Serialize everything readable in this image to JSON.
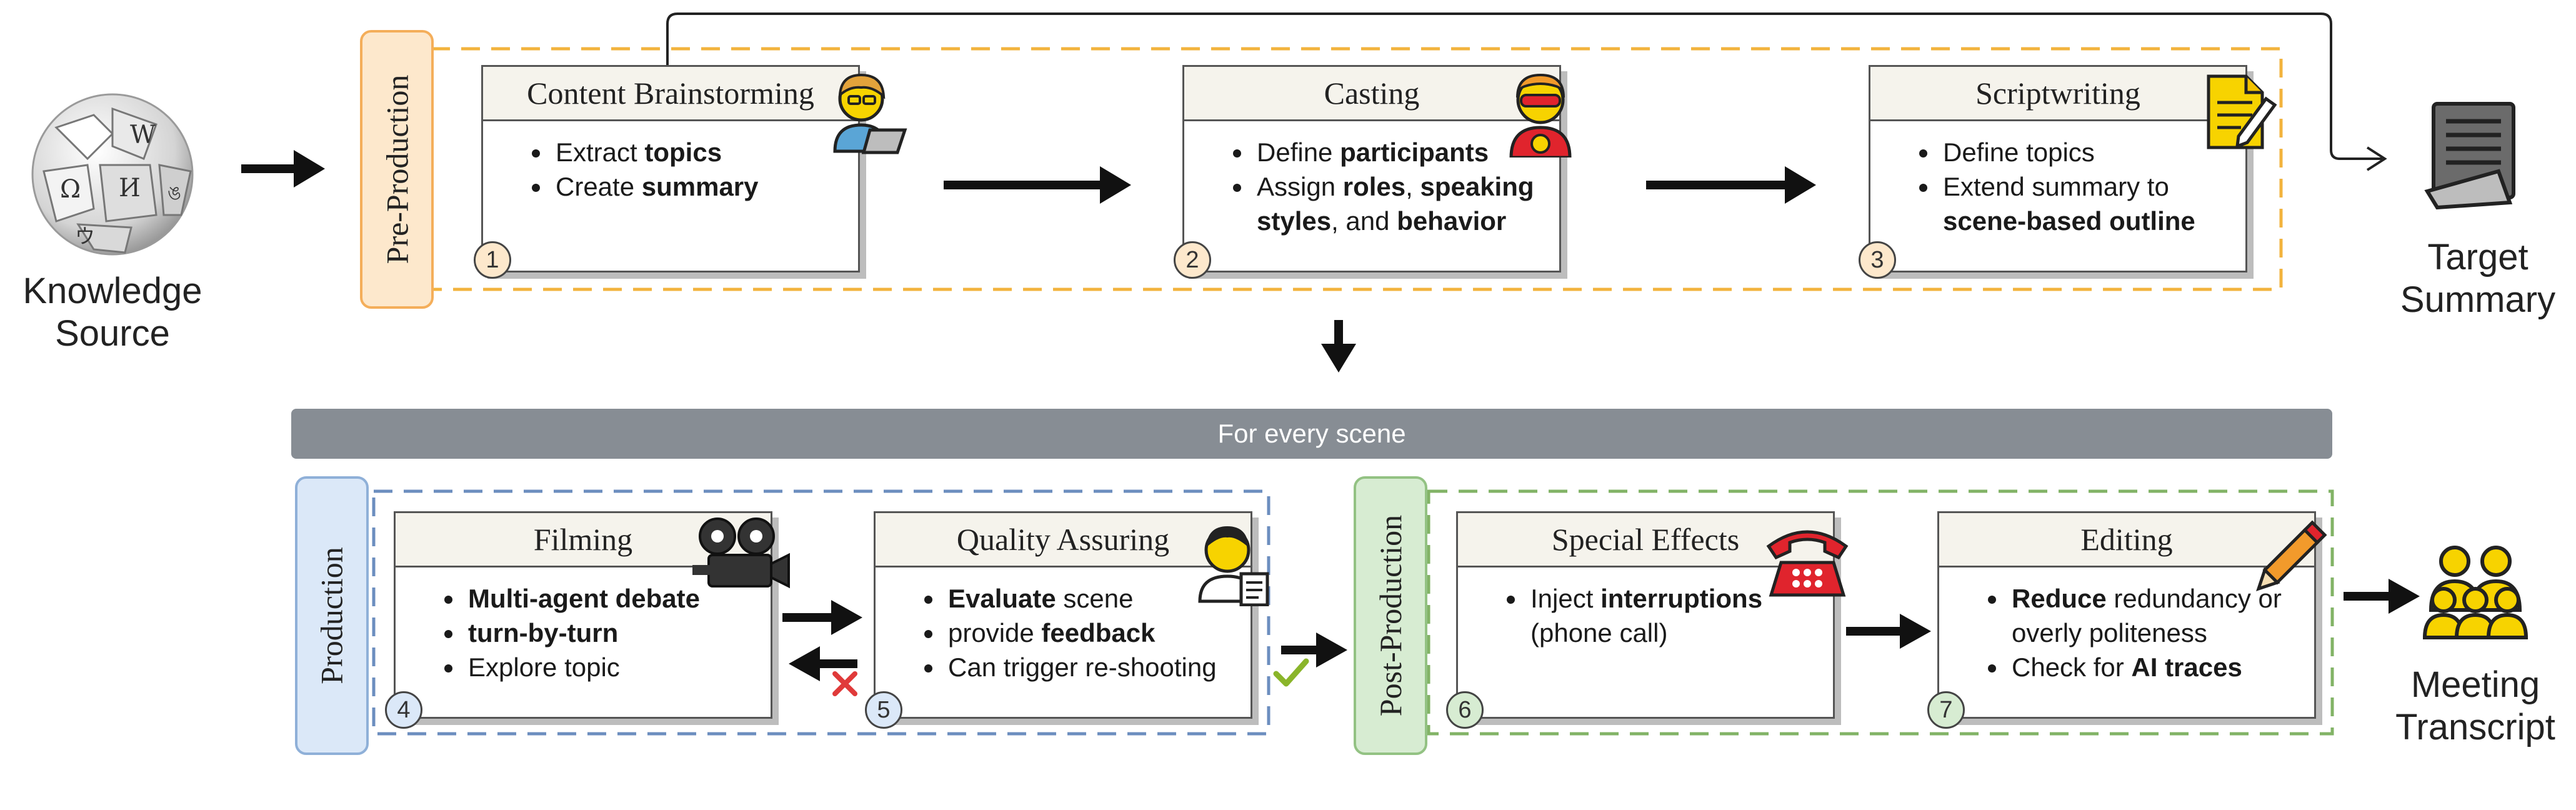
{
  "knowledge_source": {
    "label": "Knowledge Source",
    "icon": "wikipedia-globe-icon"
  },
  "target_summary": {
    "label": "Target Summary",
    "icon": "document-icon"
  },
  "meeting_transcript": {
    "label": "Meeting Transcript",
    "icon": "people-group-icon"
  },
  "phases": {
    "pre_production": "Pre-Production",
    "production": "Production",
    "post_production": "Post-Production"
  },
  "banner": "For every scene",
  "steps": [
    {
      "number": "1",
      "title": "Content Brainstorming",
      "icon": "person-with-laptop-icon",
      "bullets": [
        [
          {
            "t": "Extract "
          },
          {
            "t": "topics",
            "b": true
          }
        ],
        [
          {
            "t": "Create "
          },
          {
            "t": "summary",
            "b": true
          }
        ]
      ]
    },
    {
      "number": "2",
      "title": "Casting",
      "icon": "superhero-icon",
      "bullets": [
        [
          {
            "t": "Define "
          },
          {
            "t": "participants",
            "b": true
          }
        ],
        [
          {
            "t": "Assign "
          },
          {
            "t": "roles",
            "b": true
          },
          {
            "t": ", "
          },
          {
            "t": "speaking styles",
            "b": true
          },
          {
            "t": ", and "
          },
          {
            "t": "behavior",
            "b": true
          }
        ]
      ]
    },
    {
      "number": "3",
      "title": "Scriptwriting",
      "icon": "memo-pencil-icon",
      "bullets": [
        [
          {
            "t": "Define topics"
          }
        ],
        [
          {
            "t": "Extend summary to "
          },
          {
            "t": "scene-based outline",
            "b": true
          }
        ]
      ]
    },
    {
      "number": "4",
      "title": "Filming",
      "icon": "movie-camera-icon",
      "bullets": [
        [
          {
            "t": "Multi-agent debate",
            "b": true
          }
        ],
        [
          {
            "t": "turn-by-turn",
            "b": true
          }
        ],
        [
          {
            "t": "Explore topic"
          }
        ]
      ]
    },
    {
      "number": "5",
      "title": "Quality Assuring",
      "icon": "person-with-document-icon",
      "bullets": [
        [
          {
            "t": "Evaluate",
            "b": true
          },
          {
            "t": " scene"
          }
        ],
        [
          {
            "t": "provide "
          },
          {
            "t": "feedback",
            "b": true
          }
        ],
        [
          {
            "t": "Can trigger re-shooting"
          }
        ]
      ]
    },
    {
      "number": "6",
      "title": "Special Effects",
      "icon": "telephone-icon",
      "bullets": [
        [
          {
            "t": "Inject "
          },
          {
            "t": "interruptions",
            "b": true
          },
          {
            "t": " (phone call)"
          }
        ]
      ]
    },
    {
      "number": "7",
      "title": "Editing",
      "icon": "pencil-icon",
      "bullets": [
        [
          {
            "t": "Reduce",
            "b": true
          },
          {
            "t": " redundancy or overly politeness"
          }
        ],
        [
          {
            "t": "Check for "
          },
          {
            "t": "AI traces",
            "b": true
          }
        ]
      ]
    }
  ],
  "colors": {
    "pre_production": "#f2b33d",
    "production": "#6c8ebf",
    "post_production": "#82b366",
    "banner": "#878d94",
    "reject": "#e03a3a",
    "accept": "#8ab52a"
  }
}
